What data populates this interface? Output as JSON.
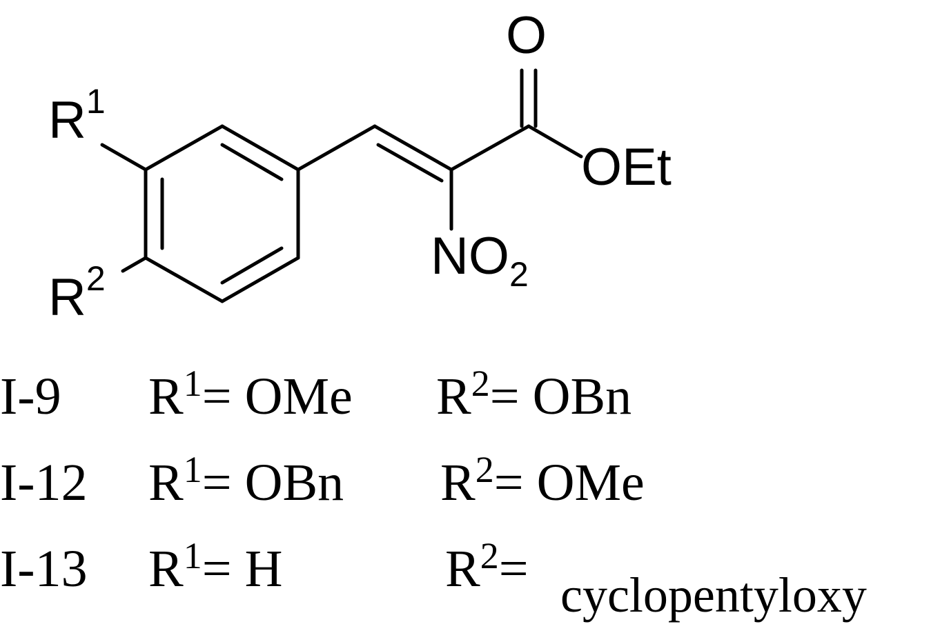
{
  "structure": {
    "atoms": {
      "r1": "R",
      "r1_sup": "1",
      "r2": "R",
      "r2_sup": "2",
      "carbonyl_o": "O",
      "ester": "OEt",
      "nitro": "NO",
      "nitro_sub": "2"
    }
  },
  "compounds": [
    {
      "id": "I-9",
      "r1_label": "R",
      "r1_sup": "1",
      "r1_value": "= OMe",
      "r2_label": "R",
      "r2_sup": "2",
      "r2_value": "= OBn"
    },
    {
      "id": "I-12",
      "r1_label": "R",
      "r1_sup": "1",
      "r1_value": "= OBn",
      "r2_label": "R",
      "r2_sup": "2",
      "r2_value": "= OMe"
    },
    {
      "id": "I-13",
      "r1_label": "R",
      "r1_sup": "1",
      "r1_value": "= H",
      "r2_label": "R",
      "r2_sup": "2",
      "r2_value": "=",
      "r2_extra": "cyclopentyloxy"
    }
  ]
}
